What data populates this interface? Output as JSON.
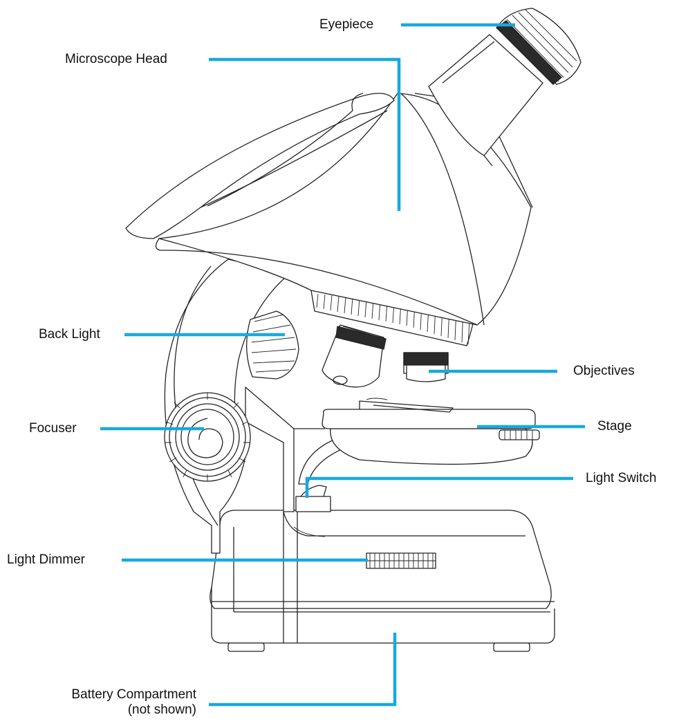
{
  "diagram": {
    "leader_color": "#17a9e0",
    "labels": {
      "eyepiece": "Eyepiece",
      "head": "Microscope Head",
      "back_light": "Back Light",
      "objectives": "Objectives",
      "focuser": "Focuser",
      "stage": "Stage",
      "light_switch": "Light Switch",
      "light_dimmer": "Light Dimmer",
      "battery_line1": "Battery Compartment",
      "battery_line2": "(not shown)"
    }
  }
}
